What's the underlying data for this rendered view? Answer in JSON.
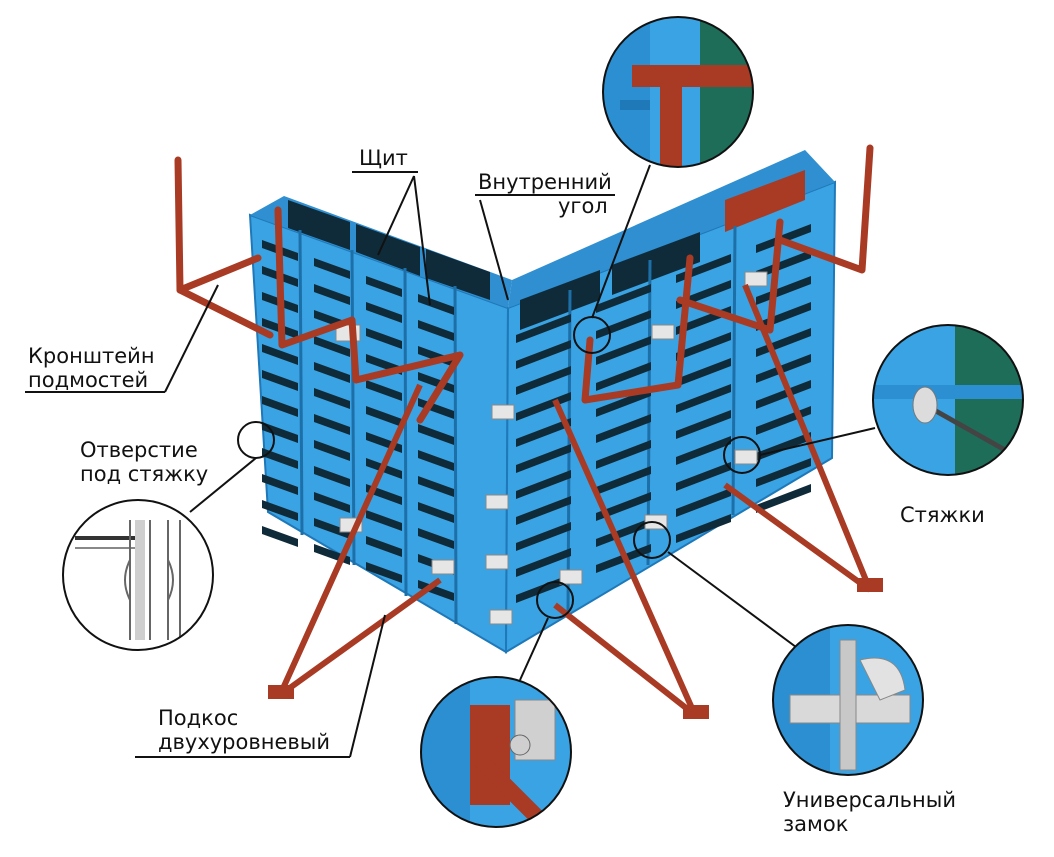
{
  "labels": {
    "shield": "Щит",
    "inner_corner": {
      "line1": "Внутренний",
      "line2": "угол"
    },
    "bracket": {
      "line1": "Кронштейн",
      "line2": "подмостей"
    },
    "tie_hole": {
      "line1": "Отверстие",
      "line2": "под стяжку"
    },
    "ties": "Стяжки",
    "brace": {
      "line1": "Подкос",
      "line2": "двухуровневый"
    },
    "lock": {
      "line1": "Универсальный",
      "line2": "замок"
    }
  },
  "colors": {
    "panel_blue": "#3aa3e3",
    "panel_blue_dark": "#1f78b8",
    "panel_slot": "#0f2b3a",
    "steel_red": "#a93a24",
    "callout_line": "#111111"
  },
  "icons": {
    "tie_hole_detail": "tie-hole-section-icon",
    "ties_detail": "tie-rod-icon",
    "lock_detail": "universal-clamp-icon",
    "corner_detail": "inner-corner-icon",
    "brace_detail": "brace-joint-icon"
  }
}
